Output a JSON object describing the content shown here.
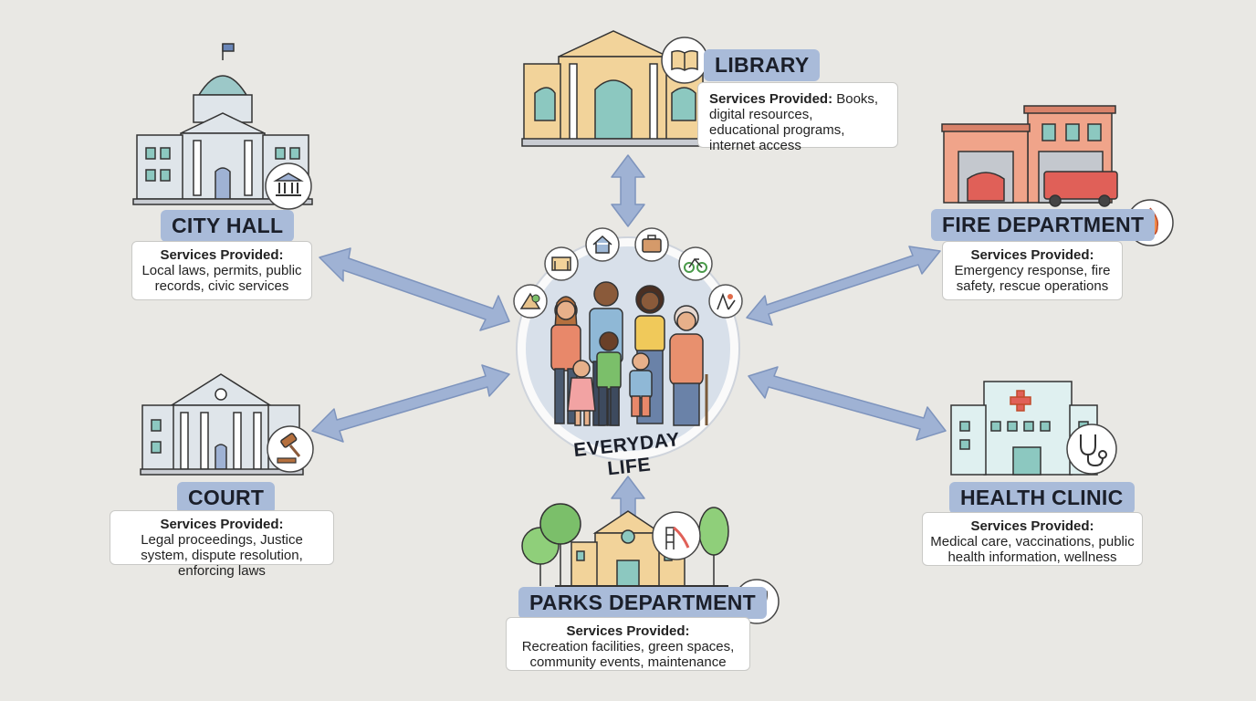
{
  "center": {
    "label": "EVERYDAY LIFE"
  },
  "services_heading": "Services Provided:",
  "nodes": {
    "library": {
      "title": "LIBRARY",
      "services": "Books, digital resources, educational programs, internet access"
    },
    "city_hall": {
      "title": "CITY HALL",
      "services": "Local laws, permits, public records, civic services"
    },
    "fire_department": {
      "title": "FIRE DEPARTMENT",
      "services": "Emergency response, fire safety, rescue operations"
    },
    "court": {
      "title": "COURT",
      "services": "Legal proceedings, Justice system, dispute resolution, enforcing laws"
    },
    "health_clinic": {
      "title": "HEALTH CLINIC",
      "services": "Medical care, vaccinations, public health information, wellness"
    },
    "parks_department": {
      "title": "PARKS DEPARTMENT",
      "services": "Recreation facilities, green spaces, community events, maintenance"
    }
  },
  "icons": [
    "home-icon",
    "briefcase-icon",
    "bicycle-icon",
    "school-icon",
    "playground-icon",
    "park-icon",
    "book-icon",
    "government-icon",
    "fire-icon",
    "gavel-icon",
    "stethoscope-icon",
    "leaf-icon"
  ],
  "colors": {
    "arrow": "#9fb2d4",
    "tag": "#a9bbd9",
    "background": "#e9e8e4"
  }
}
